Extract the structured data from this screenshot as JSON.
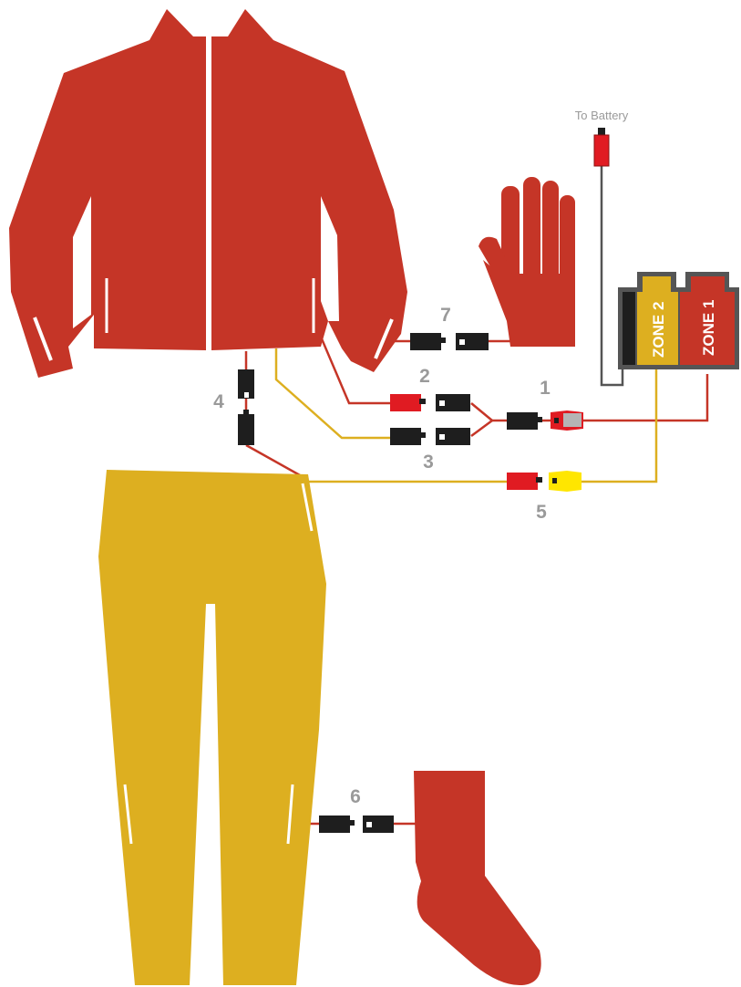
{
  "colors": {
    "jacket": "#C53527",
    "pants": "#DDAF20",
    "glove": "#C53527",
    "sock": "#C53527",
    "red_wire": "#C53527",
    "yellow_wire": "#DDAF20",
    "gray_wire": "#555555",
    "connector_black": "#1E1E1E",
    "connector_red": "#E01B22",
    "connector_yellow": "#FFE600",
    "number_gray": "#9A9A9A",
    "controller_frame": "#555555",
    "zone1": "#C53527",
    "zone2": "#DDAF20"
  },
  "labels": {
    "battery": "To Battery",
    "zone1": "ZONE 1",
    "zone2": "ZONE 2",
    "n1": "1",
    "n2": "2",
    "n3": "3",
    "n4": "4",
    "n5": "5",
    "n6": "6",
    "n7": "7"
  },
  "items": {
    "jacket": "jacket-icon",
    "pants": "pants-icon",
    "glove": "glove-icon",
    "sock": "sock-icon",
    "controller": "dual-zone-controller-icon"
  }
}
